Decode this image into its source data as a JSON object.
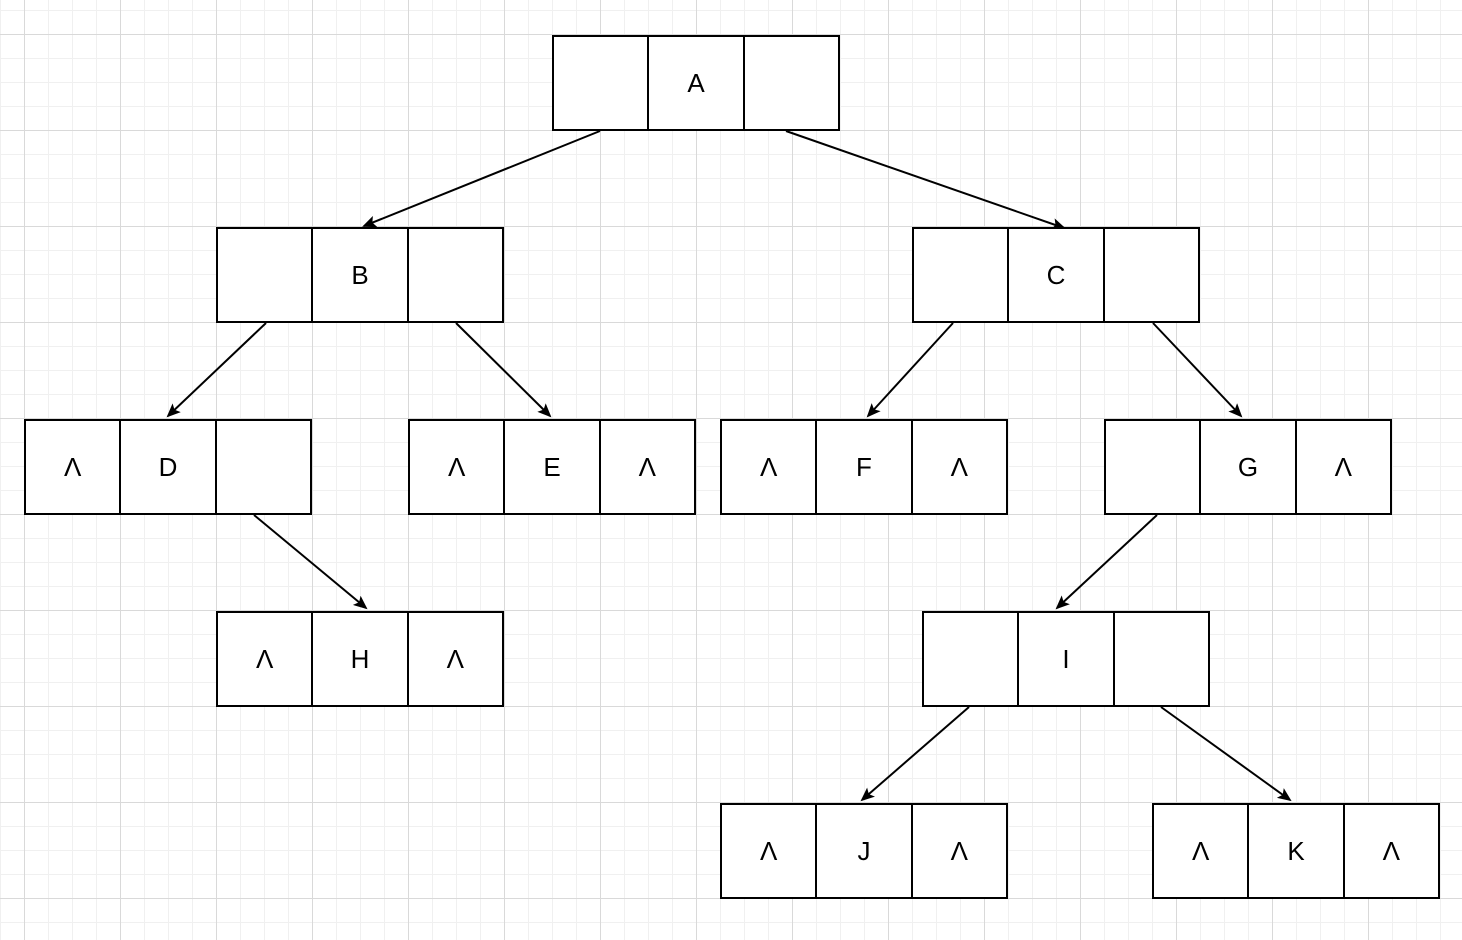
{
  "nodes": {
    "a": {
      "left": "",
      "data": "A",
      "right": ""
    },
    "b": {
      "left": "",
      "data": "B",
      "right": ""
    },
    "c": {
      "left": "",
      "data": "C",
      "right": ""
    },
    "d": {
      "left": "Λ",
      "data": "D",
      "right": ""
    },
    "e": {
      "left": "Λ",
      "data": "E",
      "right": "Λ"
    },
    "f": {
      "left": "Λ",
      "data": "F",
      "right": "Λ"
    },
    "g": {
      "left": "",
      "data": "G",
      "right": "Λ"
    },
    "h": {
      "left": "Λ",
      "data": "H",
      "right": "Λ"
    },
    "i": {
      "left": "",
      "data": "I",
      "right": ""
    },
    "j": {
      "left": "Λ",
      "data": "J",
      "right": "Λ"
    },
    "k": {
      "left": "Λ",
      "data": "K",
      "right": "Λ"
    }
  },
  "edges": [
    {
      "from": "A",
      "to": "B"
    },
    {
      "from": "A",
      "to": "C"
    },
    {
      "from": "B",
      "to": "D"
    },
    {
      "from": "B",
      "to": "E"
    },
    {
      "from": "C",
      "to": "F"
    },
    {
      "from": "C",
      "to": "G"
    },
    {
      "from": "D",
      "to": "H"
    },
    {
      "from": "G",
      "to": "I"
    },
    {
      "from": "I",
      "to": "J"
    },
    {
      "from": "I",
      "to": "K"
    }
  ]
}
